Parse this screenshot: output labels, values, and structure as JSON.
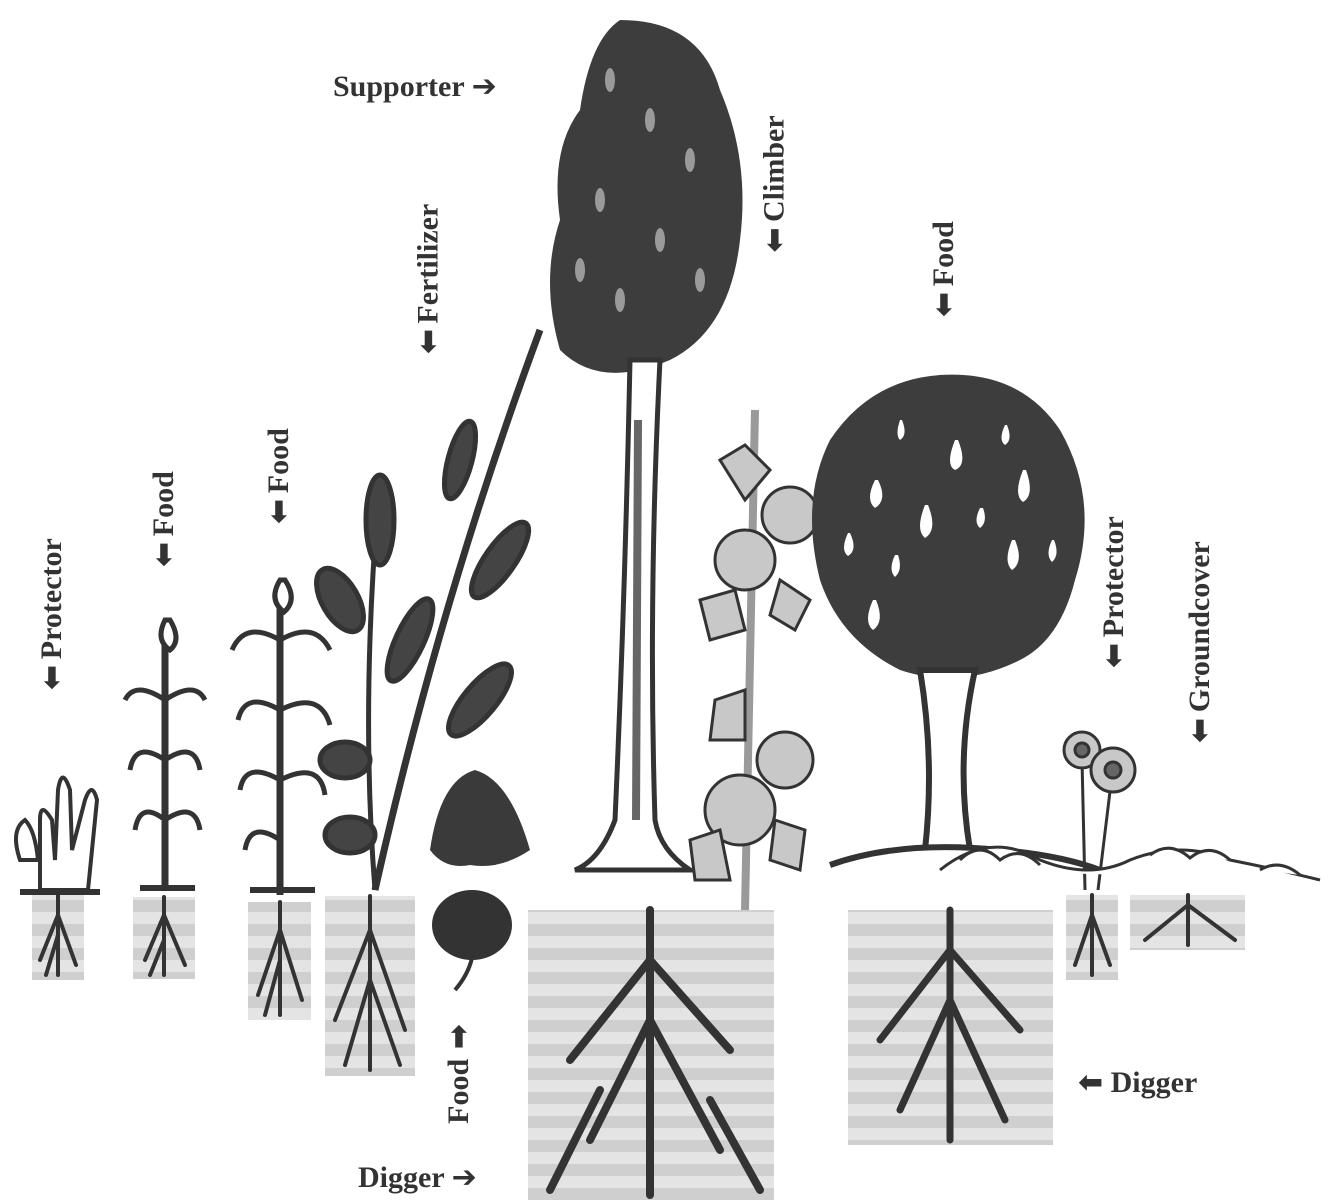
{
  "labels": {
    "supporter": "Supporter",
    "climber": "Climber",
    "fertilizer": "Fertilizer",
    "food_tree": "Food",
    "food_corn_a": "Food",
    "food_corn_b": "Food",
    "protector_left": "Protector",
    "protector_right": "Protector",
    "groundcover": "Groundcover",
    "food_beet": "Food",
    "digger_left": "Digger",
    "digger_right": "Digger"
  },
  "arrows": {
    "right": "➔",
    "down": "⬇",
    "up": "⬆",
    "left": "⬅"
  },
  "colors": {
    "ink": "#333333",
    "mid": "#8a8a8a",
    "light": "#c8c8c8",
    "soil_light": "#e6e6e6",
    "soil_dark": "#bdbdbd"
  },
  "icons": [
    "cactus-icon",
    "corn-icon",
    "leafy-plant-icon",
    "beet-icon",
    "palm-tree-icon",
    "vine-icon",
    "fruit-tree-icon",
    "flower-icon",
    "groundcover-icon",
    "roots-icon"
  ]
}
